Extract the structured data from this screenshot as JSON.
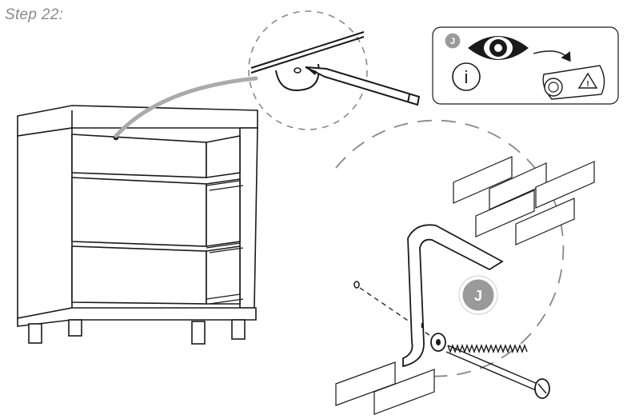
{
  "step": {
    "title": "Step 22:"
  },
  "info_box": {
    "part_badge": "J",
    "info_symbol": "i",
    "warning_symbol": "!",
    "icons": [
      "eye-icon",
      "instruction-leaflet-icon",
      "warning-icon",
      "info-icon"
    ]
  },
  "detail": {
    "part_callout": "J"
  },
  "colors": {
    "line": "#1a1a1a",
    "grey_badge": "#9a9a9a",
    "dashed": "#888888",
    "brick_fill": "#ffffff",
    "title": "#8a8a8a"
  }
}
